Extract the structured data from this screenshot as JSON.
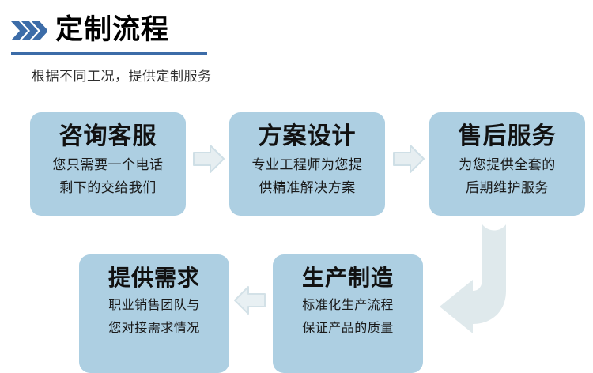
{
  "header": {
    "chevron_icon": "triple-chevron-right-icon",
    "title": "定制流程",
    "subtitle": "根据不同工况，提供定制服务",
    "accent_color": "#3C6CA8"
  },
  "theme": {
    "card_background": "#ADCFE2",
    "arrow_fill": "#DCE7EC",
    "arrow_stroke": "#C8DAE2",
    "title_color": "#111111",
    "page_background": "#FFFFFF"
  },
  "flow": {
    "cards": [
      {
        "id": "card-1",
        "step": 1,
        "title": "咨询客服",
        "desc_lines": [
          "您只需要一个电话",
          "剩下的交给我们"
        ]
      },
      {
        "id": "card-2",
        "step": 2,
        "title": "方案设计",
        "desc_lines": [
          "专业工程师为您提",
          "供精准解决方案"
        ]
      },
      {
        "id": "card-3",
        "step": 3,
        "title": "售后服务",
        "desc_lines": [
          "为您提供全套的",
          "后期维护服务"
        ]
      },
      {
        "id": "card-4",
        "step": 5,
        "title": "提供需求",
        "desc_lines": [
          "职业销售团队与",
          "您对接需求情况"
        ]
      },
      {
        "id": "card-5",
        "step": 4,
        "title": "生产制造",
        "desc_lines": [
          "标准化生产流程",
          "保证产品的质量"
        ]
      }
    ],
    "connectors": [
      {
        "id": "arrow-1",
        "icon": "arrow-right-icon",
        "direction": "right"
      },
      {
        "id": "arrow-2",
        "icon": "arrow-right-icon",
        "direction": "right"
      },
      {
        "id": "arrow-3",
        "icon": "arrow-left-icon",
        "direction": "left"
      },
      {
        "id": "arrow-uturn",
        "icon": "arrow-uturn-down-left-icon",
        "direction": "down-left"
      }
    ]
  }
}
